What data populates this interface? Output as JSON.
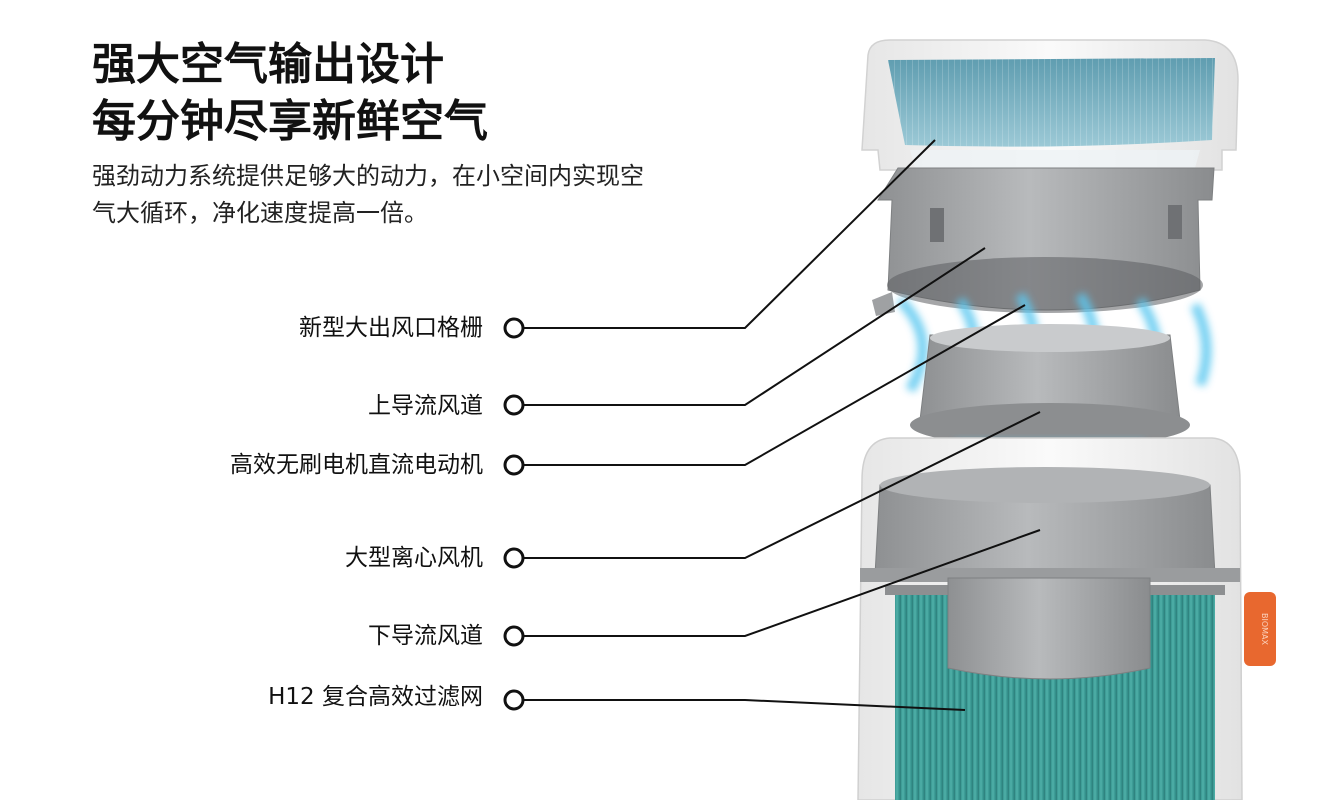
{
  "headline": {
    "line1": "强大空气输出设计",
    "line2": "每分钟尽享新鲜空气"
  },
  "subtext": {
    "line1": "强劲动力系统提供足够大的动力，在小空间内实现空",
    "line2": "气大循环，净化速度提高一倍。"
  },
  "callouts": [
    {
      "label": "新型大出风口格栅"
    },
    {
      "label": "上导流风道"
    },
    {
      "label": "高效无刷电机直流电动机"
    },
    {
      "label": "大型离心风机"
    },
    {
      "label": "下导流风道"
    },
    {
      "label": "H12 复合高效过滤网"
    }
  ],
  "device": {
    "side_tag": "BIOMAX"
  },
  "colors": {
    "text": "#111111",
    "device_shell": "#f2f2f2",
    "device_gray": "#a9abad",
    "filter_teal": "#3f9e98",
    "airflow_blue": "#5cc8f0",
    "tag_orange": "#e8682f"
  }
}
